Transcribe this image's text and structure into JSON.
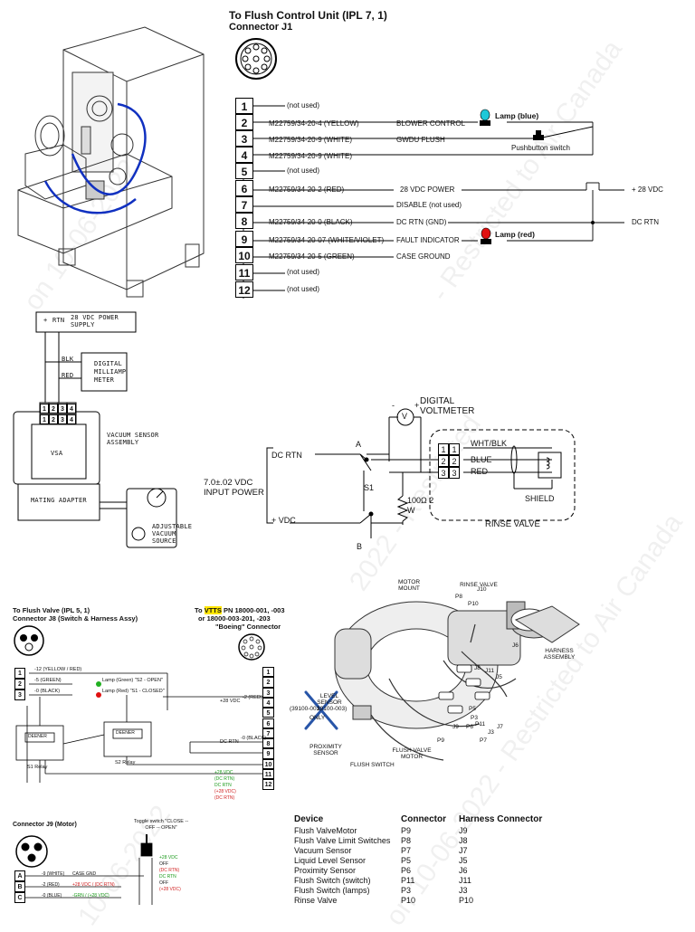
{
  "panel_j1": {
    "title": "To Flush Control Unit (IPL 7, 1)",
    "subtitle": "Connector J1",
    "pins": [
      {
        "num": "1",
        "wire": "(not used)",
        "signal": ""
      },
      {
        "num": "2",
        "wire": "M22759/34-20-4  (YELLOW)",
        "signal": "BLOWER CONTROL"
      },
      {
        "num": "3",
        "wire": "M22759/34-20-9  (WHITE)",
        "signal": "GWDU FLUSH"
      },
      {
        "num": "4",
        "wire": "M22759/34-20-9  (WHITE)",
        "signal": ""
      },
      {
        "num": "5",
        "wire": "(not used)",
        "signal": ""
      },
      {
        "num": "6",
        "wire": "M22759/34-20-2  (RED)",
        "signal": "28 VDC POWER"
      },
      {
        "num": "7",
        "wire": "",
        "signal": "DISABLE (not used)"
      },
      {
        "num": "8",
        "wire": "M22759/34-20-0  (BLACK)",
        "signal": "DC RTN (GND)"
      },
      {
        "num": "9",
        "wire": "M22759/34-20-07  (WHITE/VIOLET)",
        "signal": "FAULT INDICATOR"
      },
      {
        "num": "10",
        "wire": "M22759/34-20-5  (GREEN)",
        "signal": "CASE GROUND"
      },
      {
        "num": "11",
        "wire": "(not used)",
        "signal": ""
      },
      {
        "num": "12",
        "wire": "(not used)",
        "signal": ""
      }
    ],
    "lamp_blue": "Lamp (blue)",
    "lamp_red": "Lamp (red)",
    "pushbutton": "Pushbutton switch",
    "plus28": "+ 28 VDC",
    "dcrtn": "DC RTN",
    "colors": {
      "lamp_blue": "#1ec8d8",
      "lamp_red": "#e01010"
    }
  },
  "panel_vsa": {
    "supply_plus": "+",
    "supply_rtn": "RTN",
    "supply_label": "28 VDC POWER SUPPLY",
    "blk": "BLK",
    "red": "RED",
    "meter": "DIGITAL MILLIAMP METER",
    "pins": [
      "1",
      "2",
      "3",
      "4"
    ],
    "vsa": "VSA",
    "assembly": "VACUUM SENSOR ASSEMBLY",
    "mating": "MATING ADAPTER",
    "vacuum": "ADJUSTABLE VACUUM SOURCE"
  },
  "panel_rinse": {
    "voltmeter": "DIGITAL VOLTMETER",
    "v_minus": "-",
    "v_plus": "+",
    "v_symbol": "V",
    "dc_rtn": "DC RTN",
    "plus_vdc": "+ VDC",
    "a": "A",
    "b": "B",
    "s1": "S1",
    "input": "7.0±.02 VDC INPUT POWER",
    "resistor": "100Ω 2 W",
    "wires": [
      "WHT/BLK",
      "BLUE",
      "RED"
    ],
    "pins": [
      "1",
      "2",
      "3"
    ],
    "shield": "SHIELD",
    "caption": "RINSE VALVE"
  },
  "panel_j8": {
    "title": "To Flush Valve (IPL 5, 1)",
    "subtitle": "Connector J8 (Switch & Harness Assy)",
    "pins_left": [
      "1",
      "2",
      "3"
    ],
    "wires_left": [
      "-12 (YELLOW / RED)",
      "-5 (GREEN)",
      "-0 (BLACK)"
    ],
    "lamps": [
      "Lamp (Green) \"S2 - OPEN\"",
      "Lamp (Red) \"S1 - CLOSED\""
    ],
    "vtts_prefix": "To",
    "vtts": "VTTS",
    "vtts_rest": "PN 18000-001, -003",
    "vtts_line2": "or 18000-003-201, -203",
    "vtts_line3": "\"Boeing\" Connector",
    "pins_right": [
      "1",
      "2",
      "3",
      "4",
      "5",
      "6",
      "7",
      "8",
      "9",
      "10",
      "11",
      "12"
    ],
    "s1": "S1 Relay",
    "s2": "S2 Relay",
    "relay_inner": "DEENER",
    "vdc_28": "+28 VDC",
    "red_wire": "-2 (RED)",
    "dc_rtn": "DC RTN",
    "black_wire": "-0 (BLACK)",
    "mini": [
      "+28 VDC",
      "(DC RTN)",
      "DC RTN",
      "(+28 VDC)",
      "(DC RTN)"
    ],
    "j9": "Connector J9 (Motor)",
    "toggle": "Toggle switch \"CLOSE -- OFF -- OPEN\"",
    "j9_pins": [
      "A",
      "B",
      "C"
    ],
    "j9_wires": [
      "-9 (WHITE)",
      "-2 (RED)",
      "-0 (BLUE)"
    ],
    "j9_sig": [
      "CASE GND",
      "+28 VDC / (DC RTN)",
      "-GRN / (+28 VDC)"
    ],
    "toggle_lbl": [
      "+28 VDC",
      "OFF",
      "(DC RTN)",
      "DC RTN",
      "OFF",
      "(+28 VDC)"
    ]
  },
  "panel_valve": {
    "labels": [
      "MOTOR MOUNT",
      "RINSE VALVE",
      "J10",
      "P8",
      "P10",
      "J6",
      "HARNESS ASSEMBLY",
      "J8",
      "J11",
      "P3",
      "J5",
      "P5",
      "P6",
      "P11",
      "J3",
      "J7",
      "P7",
      "P9",
      "J9",
      "LEVEL SENSOR",
      "(39100-001,",
      "39100-003)",
      "ONLY",
      "PROXIMITY SENSOR",
      "FLUSH VALVE MOTOR",
      "FLUSH SWITCH"
    ]
  },
  "device_table": {
    "headers": [
      "Device",
      "Connector",
      "Harness Connector"
    ],
    "rows": [
      [
        "Flush ValveMotor",
        "P9",
        "J9"
      ],
      [
        "Flush Valve Limit Switches",
        "P8",
        "J8"
      ],
      [
        "Vacuum Sensor",
        "P7",
        "J7"
      ],
      [
        "Liquid Level Sensor",
        "P5",
        "J5"
      ],
      [
        "Proximity Sensor",
        "P6",
        "J6"
      ],
      [
        "Flush Switch (switch)",
        "P11",
        "J11"
      ],
      [
        "Flush Switch (lamps)",
        "P3",
        "J3"
      ],
      [
        "Rinse Valve",
        "P10",
        "P10"
      ]
    ]
  }
}
